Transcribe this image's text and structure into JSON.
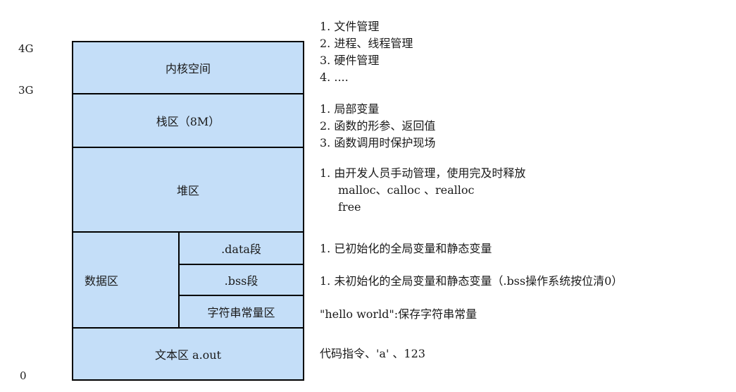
{
  "addresses": {
    "top": "4G",
    "kernel_start": "3G",
    "bottom": "0"
  },
  "regions": {
    "kernel": "内核空间",
    "stack": "栈区（8M）",
    "heap": "堆区",
    "data_area": "数据区",
    "data_seg": ".data段",
    "bss_seg": ".bss段",
    "const_seg": "字符串常量区",
    "text": "文本区 a.out"
  },
  "notes": {
    "kernel": [
      "1. 文件管理",
      "2. 进程、线程管理",
      "3. 硬件管理",
      "4. ...."
    ],
    "stack": [
      "1. 局部变量",
      "2. 函数的形参、返回值",
      "3. 函数调用时保护现场"
    ],
    "heap": [
      "1. 由开发人员手动管理，使用完及时释放",
      "malloc、calloc 、realloc",
      "free"
    ],
    "data": "1. 已初始化的全局变量和静态变量",
    "bss": "1. 未初始化的全局变量和静态变量（.bss操作系统按位清0）",
    "const": "\"hello world\":保存字符串常量",
    "text": "代码指令、'a' 、123"
  }
}
